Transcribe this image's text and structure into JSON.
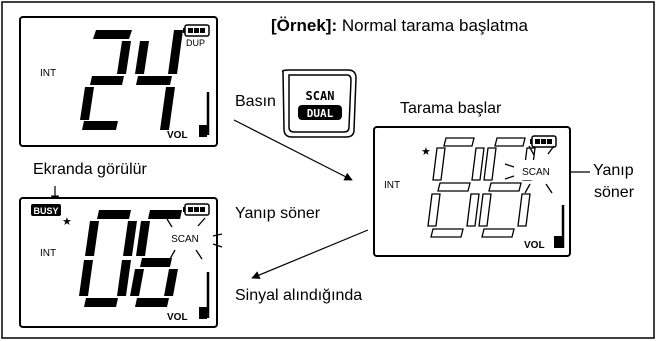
{
  "header": {
    "title_bracket": "[Örnek]:",
    "title_rest": " Normal tarama başlatma"
  },
  "button": {
    "line1": "SCAN",
    "line2": "DUAL"
  },
  "labels": {
    "press": "Basın",
    "scan_starts": "Tarama başlar",
    "on_screen": "Ekranda görülür",
    "blinks_left": "Yanıp söner",
    "blinks_right_1": "Yanıp",
    "blinks_right_2": "söner",
    "signal_received": "Sinyal alındığında"
  },
  "lcd1": {
    "channel": "24",
    "int": "INT",
    "dup": "DUP",
    "vol": "VOL"
  },
  "lcd2": {
    "channel": "88",
    "int": "INT",
    "scan": "SCAN",
    "vol": "VOL"
  },
  "lcd3": {
    "channel": "06",
    "int": "INT",
    "busy": "BUSY",
    "scan": "SCAN",
    "vol": "VOL"
  }
}
